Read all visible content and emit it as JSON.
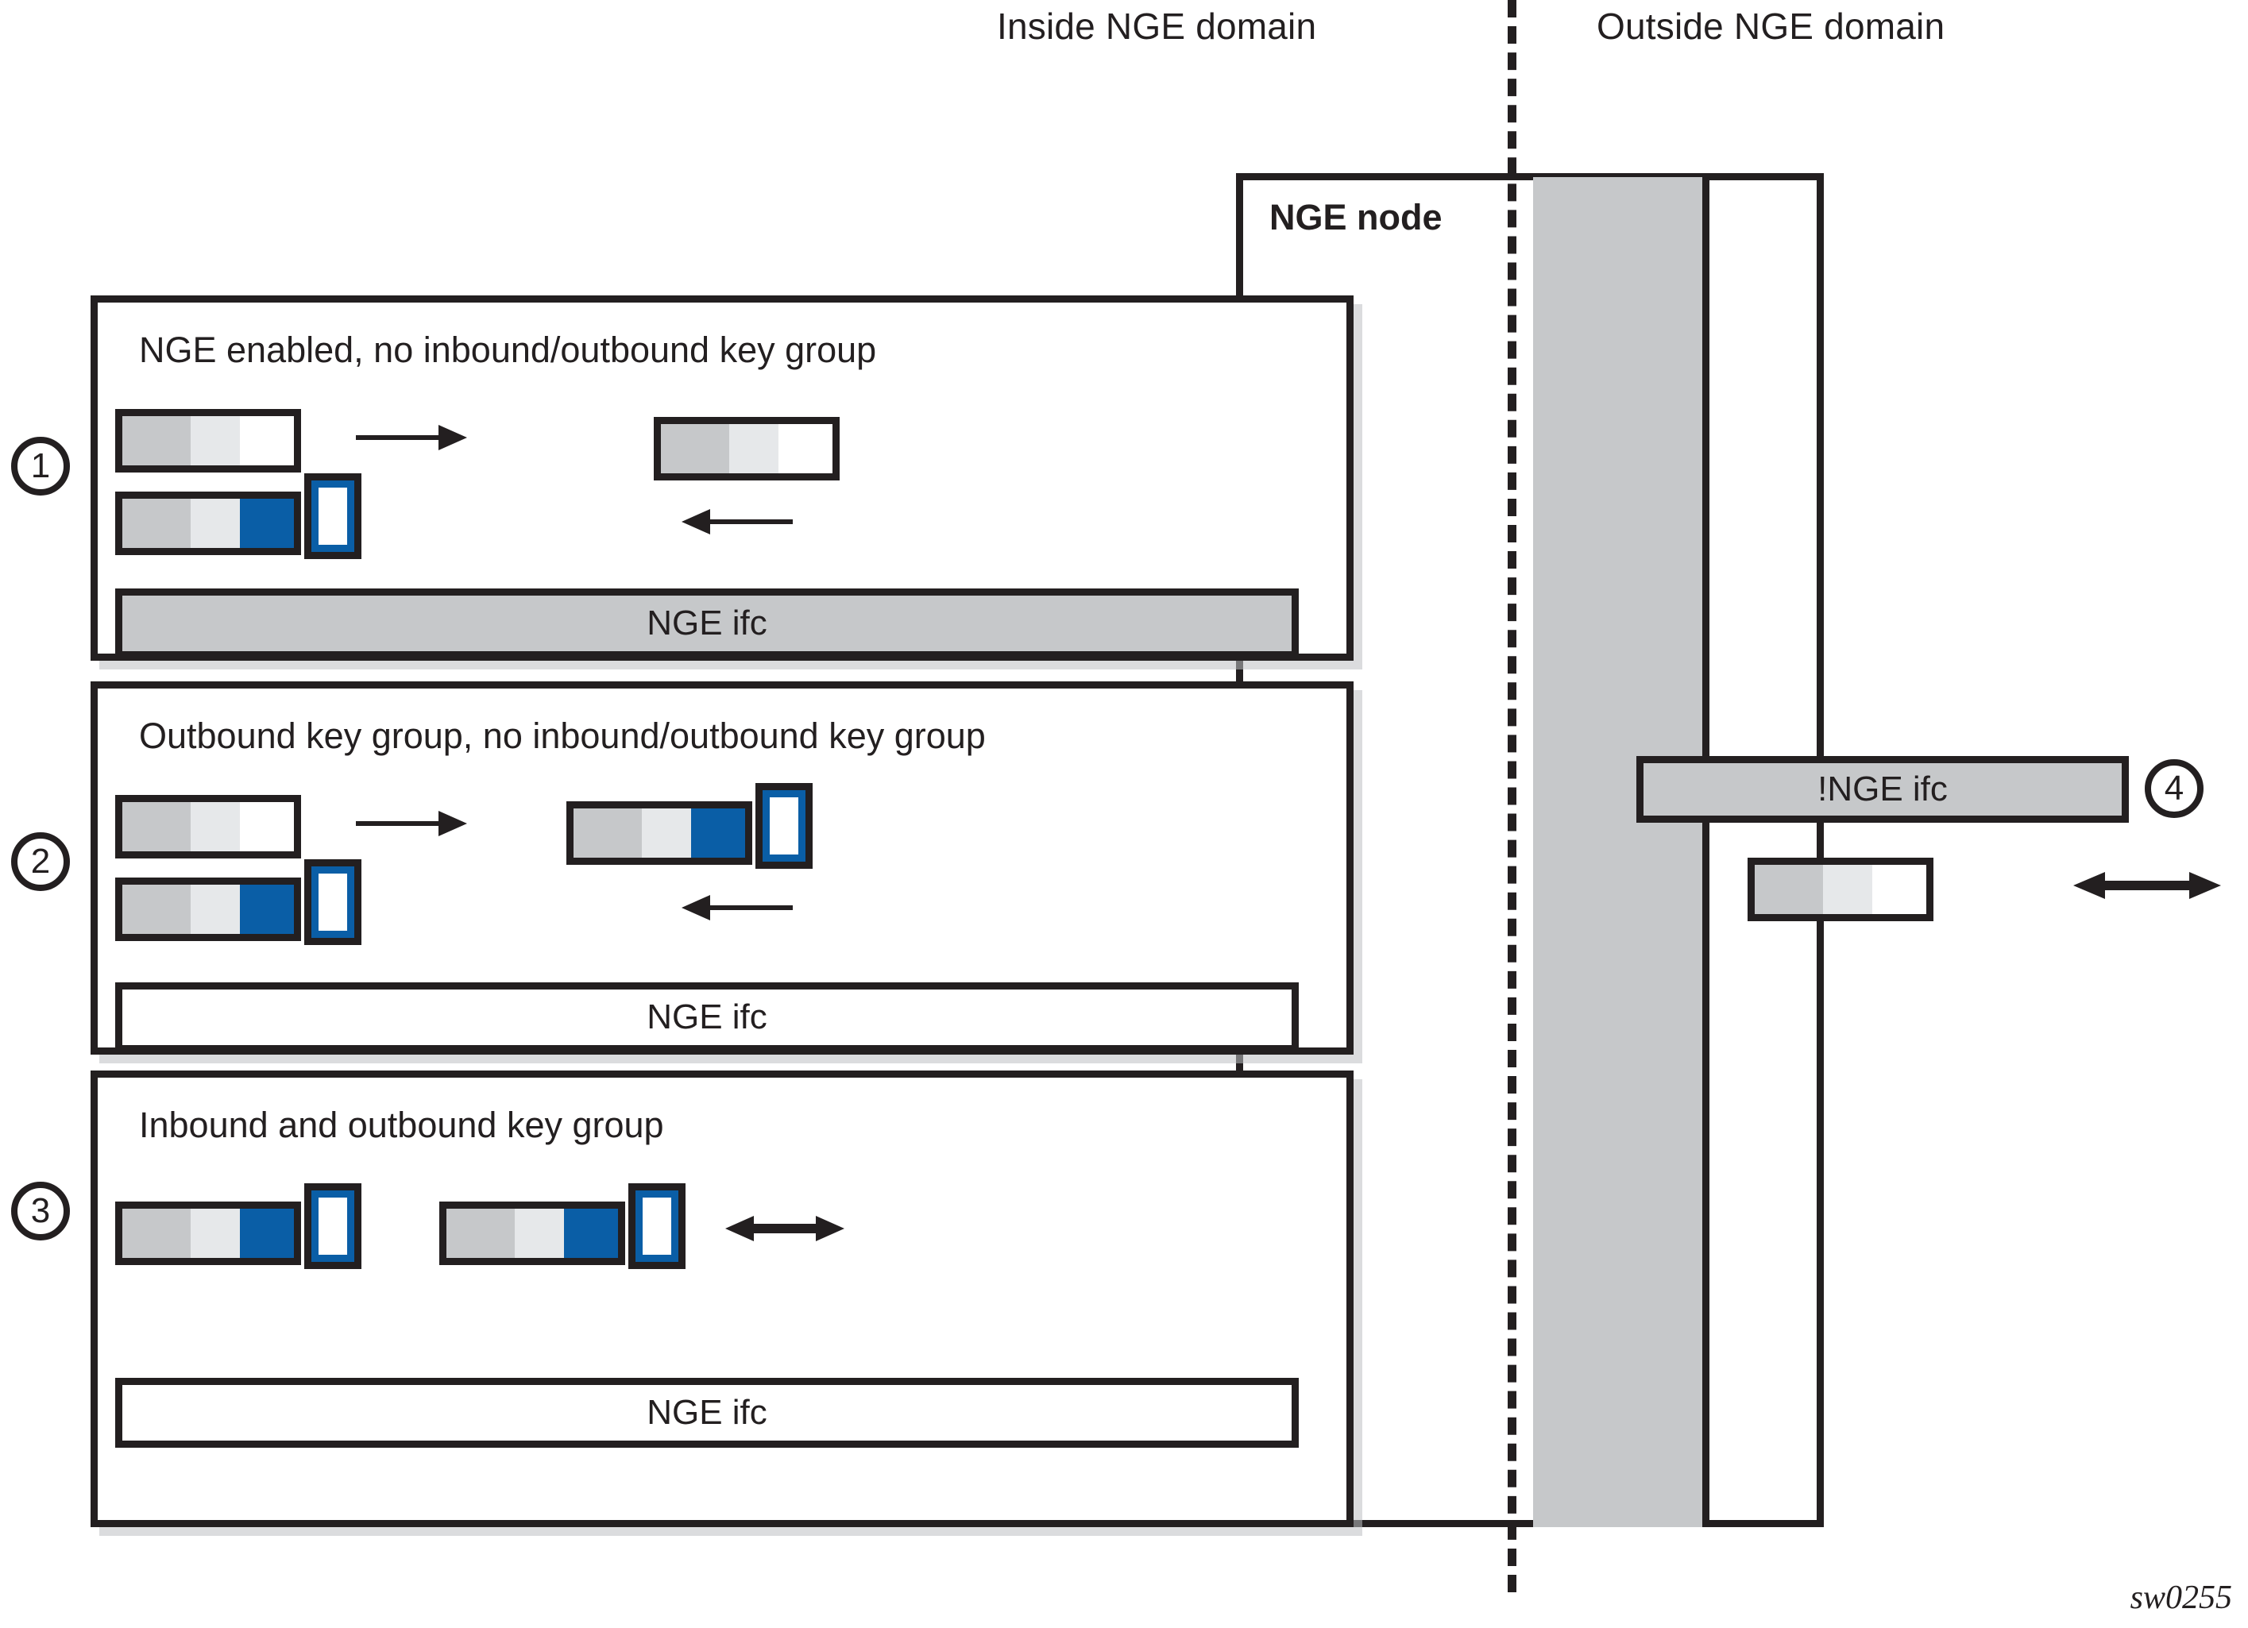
{
  "header": {
    "inside_label": "Inside NGE domain",
    "outside_label": "Outside NGE domain"
  },
  "nge_node": {
    "title": "NGE node"
  },
  "panels": [
    {
      "step": "1",
      "title": "NGE enabled, no inbound/outbound key group",
      "ifc_label": "NGE ifc",
      "ifc_style": "filled",
      "packets": [
        {
          "name": "clear-packet-out",
          "encrypted": false
        },
        {
          "name": "encrypted-packet-in",
          "encrypted": true
        },
        {
          "name": "clear-packet-right",
          "encrypted": false
        }
      ],
      "arrows": [
        {
          "name": "arrow-right-clear",
          "direction": "right"
        },
        {
          "name": "arrow-left-clear",
          "direction": "left"
        }
      ]
    },
    {
      "step": "2",
      "title": "Outbound key group, no inbound/outbound key group",
      "ifc_label": "NGE ifc",
      "ifc_style": "open",
      "packets": [
        {
          "name": "clear-packet-out",
          "encrypted": false
        },
        {
          "name": "encrypted-packet-in",
          "encrypted": true
        },
        {
          "name": "encrypted-packet-right",
          "encrypted": true
        }
      ],
      "arrows": [
        {
          "name": "arrow-right-clear",
          "direction": "right"
        },
        {
          "name": "arrow-left-clear",
          "direction": "left"
        }
      ]
    },
    {
      "step": "3",
      "title": "Inbound and outbound key group",
      "ifc_label": "NGE ifc",
      "ifc_style": "open",
      "packets": [
        {
          "name": "encrypted-packet-left",
          "encrypted": true
        },
        {
          "name": "encrypted-packet-right",
          "encrypted": true
        }
      ],
      "arrows": [
        {
          "name": "arrow-bidirectional",
          "direction": "both"
        }
      ]
    }
  ],
  "outside": {
    "step": "4",
    "ifc_label": "!NGE ifc",
    "ifc_style": "filled",
    "packet": {
      "name": "clear-packet-outside",
      "encrypted": false
    },
    "arrow": {
      "name": "arrow-bidirectional-outside",
      "direction": "both"
    }
  },
  "colors": {
    "ink": "#231f20",
    "packet_segment_a": "#c6c8ca",
    "packet_segment_b": "#e6e8ea",
    "packet_segment_c": "#ffffff",
    "encrypted_blue": "#0a5ea6",
    "grey_fill": "#c6c8ca"
  },
  "watermark": "sw0255"
}
